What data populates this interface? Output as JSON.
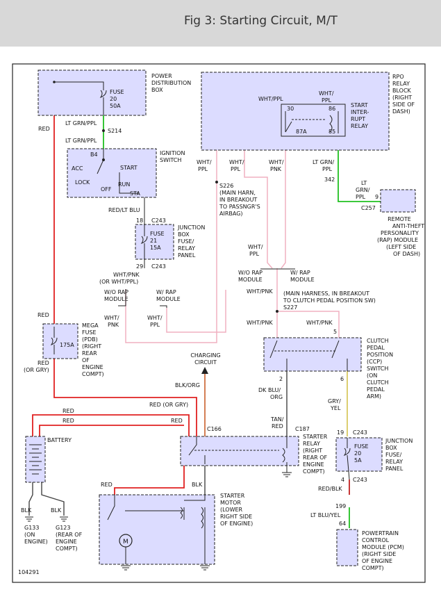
{
  "header": {
    "title": "Fig 3: Starting Circuit, M/T"
  },
  "colors": {
    "header_bg": "#d8d8d8",
    "box_fill": "#dcdcff",
    "red_wire": "#e02020",
    "green_wire": "#20c020",
    "pink_wire": "#f0b0c0",
    "orange_wire": "#d07040",
    "yellow_wire": "#d8c860",
    "outline": "#222222"
  },
  "components": {
    "pdb": {
      "name": [
        "POWER",
        "DISTRIBUTION",
        "BOX"
      ],
      "fuse": [
        "FUSE",
        "20",
        "50A"
      ]
    },
    "rpo": {
      "name": [
        "RPO",
        "RELAY",
        "BLOCK",
        "(RIGHT",
        "SIDE OF",
        "DASH)"
      ],
      "relay": [
        "START",
        "INTER-",
        "RUPT",
        "RELAY"
      ],
      "pins": [
        "30",
        "86",
        "87A",
        "85"
      ]
    },
    "ignition": {
      "name": [
        "IGNITION",
        "SWITCH"
      ],
      "pos": [
        "B4",
        "ACC",
        "START",
        "LOCK",
        "OFF",
        "RUN",
        "STA"
      ]
    },
    "jb_fuse21": {
      "name": [
        "JUNCTION",
        "BOX",
        "FUSE/",
        "RELAY",
        "PANEL"
      ],
      "fuse": [
        "FUSE",
        "21",
        "15A"
      ]
    },
    "mega_fuse": {
      "name": [
        "MEGA",
        "FUSE",
        "(PDB)",
        "(RIGHT",
        "REAR",
        "OF",
        "ENGINE",
        "COMPT)"
      ],
      "rating": "175A"
    },
    "rap": {
      "name": [
        "REMOTE",
        "ANTI-THEFT",
        "PERSONALITY",
        "(RAP) MODULE",
        "(LEFT SIDE",
        "OF DASH)"
      ]
    },
    "ccp": {
      "name": [
        "CLUTCH",
        "PEDAL",
        "POSITION",
        "(CCP)",
        "SWITCH",
        "(ON",
        "CLUTCH",
        "PEDAL",
        "ARM)"
      ]
    },
    "starter_relay": {
      "name": [
        "STARTER",
        "RELAY",
        "(RIGHT",
        "REAR OF",
        "ENGINE",
        "COMPT)"
      ]
    },
    "jb_fuse20": {
      "name": [
        "JUNCTION",
        "BOX",
        "FUSE/",
        "RELAY",
        "PANEL"
      ],
      "fuse": [
        "FUSE",
        "20",
        "5A"
      ]
    },
    "starter_motor": {
      "name": [
        "STARTER",
        "MOTOR",
        "(LOWER",
        "RIGHT SIDE",
        "OF ENGINE)"
      ],
      "symbol": "M"
    },
    "battery": {
      "name": "BATTERY"
    },
    "pcm": {
      "name": [
        "POWERTRAIN",
        "CONTROL",
        "MODULE (PCM)",
        "(RIGHT SIDE",
        "OF ENGINE",
        "COMPT)"
      ]
    },
    "grounds": {
      "g133": [
        "G133",
        "(ON",
        "ENGINE)"
      ],
      "g123": [
        "G123",
        "(REAR OF",
        "ENGINE",
        "COMPT)"
      ]
    },
    "charging": [
      "CHARGING",
      "CIRCUIT"
    ]
  },
  "splices": {
    "s214": "S214",
    "s226": [
      "S226",
      "(MAIN HARN,",
      "IN BREAKOUT",
      "TO PASSNGR'S",
      "AIRBAG)"
    ],
    "s227": [
      "(MAIN HARNESS, IN BREAKOUT",
      "TO CLUTCH PEDAL POSITION SW)",
      "S227"
    ]
  },
  "connectors": {
    "c243": "C243",
    "c257": "C257",
    "c166": "C166",
    "c187": "C187"
  },
  "pins": {
    "p18": "18",
    "p29": "29",
    "p9": "9",
    "p342": "342",
    "p5": "5",
    "p6": "6",
    "p2": "2",
    "p19": "19",
    "p4": "4",
    "p199": "199",
    "p64": "64"
  },
  "wires": {
    "red": "RED",
    "red_gry": "RED (OR GRY)",
    "red_gry_paren": [
      "RED",
      "(OR GRY)"
    ],
    "lt_grn_ppl": "LT GRN/PPL",
    "lt_grn_ppl_split": [
      "LT GRN/",
      "PPL"
    ],
    "lt_grn_ppl_3": [
      "LT",
      "GRN/",
      "PPL"
    ],
    "red_lt_blu": "RED/LT BLU",
    "wht_ppl": [
      "WHT/",
      "PPL"
    ],
    "wht_ppl_top": [
      "WHT/",
      "PPL"
    ],
    "wht_ppl_left": "WHT/PPL",
    "wht_pnk": [
      "WHT/",
      "PNK"
    ],
    "wht_pnk_or": [
      "WHT/PNK",
      "(OR WHT/PPL)"
    ],
    "wht_pnk_flat": "WHT/PNK",
    "wo_rap": [
      "W/O RAP",
      "MODULE"
    ],
    "w_rap": [
      "W/ RAP",
      "MODULE"
    ],
    "blk_org": "BLK/ORG",
    "blk": "BLK",
    "dk_blu_org": [
      "DK BLU/",
      "ORG"
    ],
    "tan_red": [
      "TAN/",
      "RED"
    ],
    "gry_yel": [
      "GRY/",
      "YEL"
    ],
    "red_blk": "RED/BLK",
    "lt_blu_yel": "LT BLU/YEL"
  },
  "footer": {
    "figure_id": "104291"
  }
}
